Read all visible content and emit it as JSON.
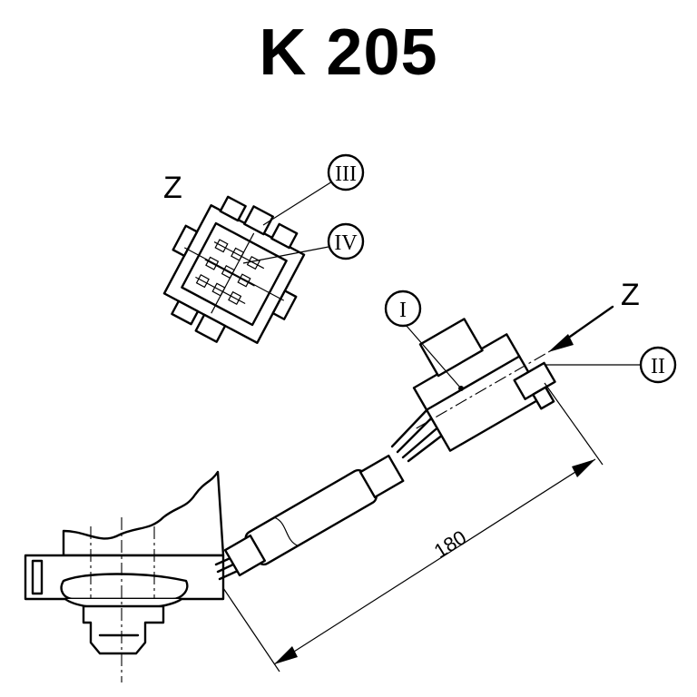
{
  "title": "K 205",
  "view_label_top": "Z",
  "view_label_arrow": "Z",
  "callouts": {
    "c1": "I",
    "c2": "II",
    "c3": "III",
    "c4": "IV"
  },
  "dimension": "180"
}
